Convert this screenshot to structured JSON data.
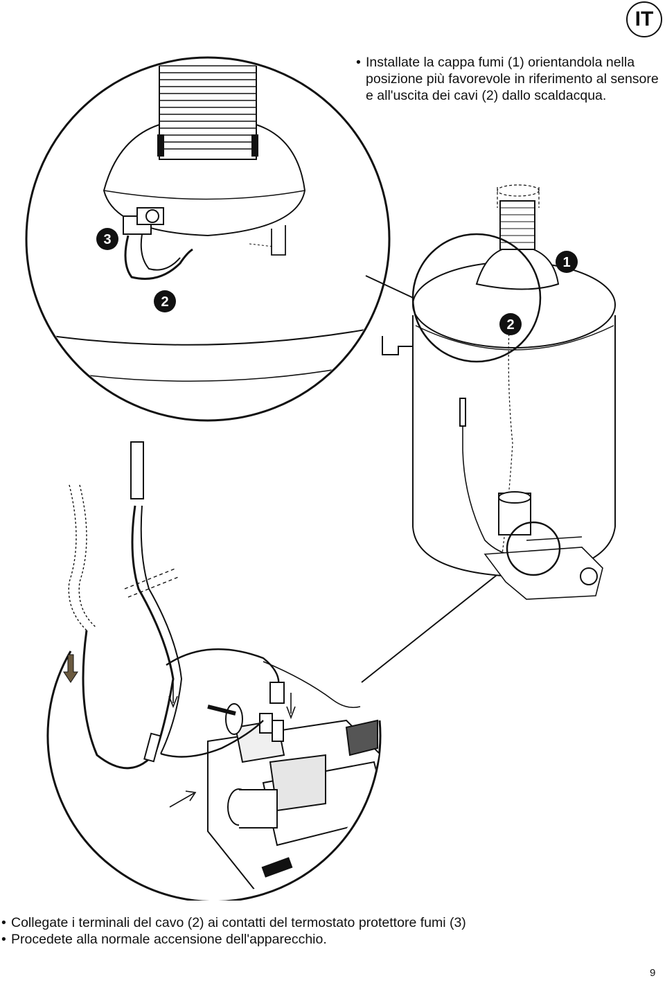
{
  "language_badge": "IT",
  "instructions_top": [
    "Installate la cappa fumi (1) orientandola nella posizione più favorevole in riferimento al sensore e all'uscita dei cavi (2) dallo scaldacqua."
  ],
  "callouts": {
    "flue_hood_number": "1",
    "cable_number_left": "2",
    "cable_number_right": "2",
    "thermostat_number": "3"
  },
  "instructions_bottom": [
    "Collegate i terminali del cavo (2) ai contatti del termostato protettore fumi (3)",
    "Procedete alla normale accensione dell'apparecchio."
  ],
  "page_number": "9"
}
